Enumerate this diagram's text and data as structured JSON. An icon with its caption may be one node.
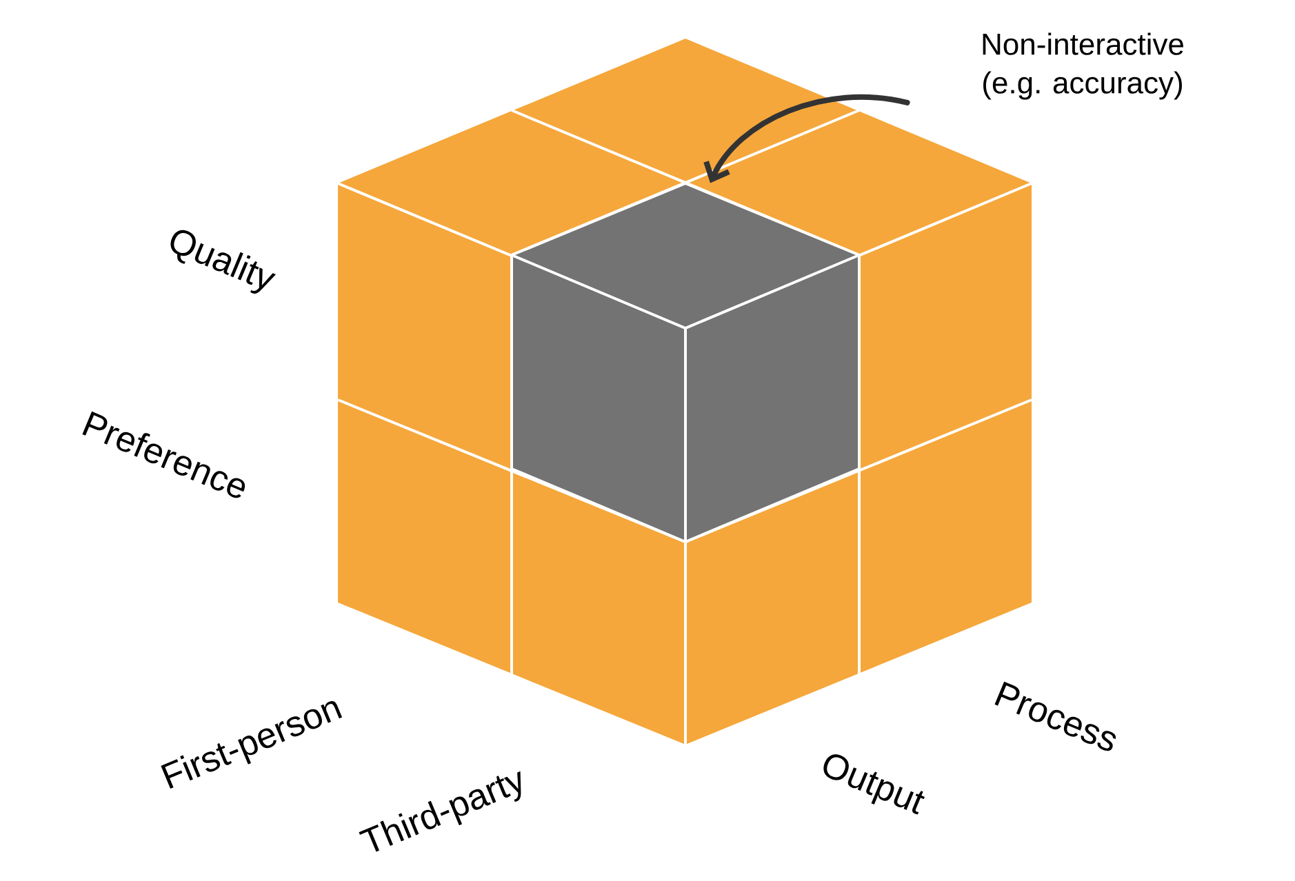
{
  "diagram": {
    "nodes": [
      {
        "text": [
          "Non-interactive (e.g. accuracy)"
        ]
      },
      {
        "text": [],
        "shape": "box"
      }
    ],
    "edges": [
      {
        "from": 0,
        "to": 1,
        "arrow": "to"
      }
    ],
    "labels": [
      "Quality",
      "Preference",
      "First-person",
      "Third-party",
      "Output",
      "Process"
    ]
  }
}
